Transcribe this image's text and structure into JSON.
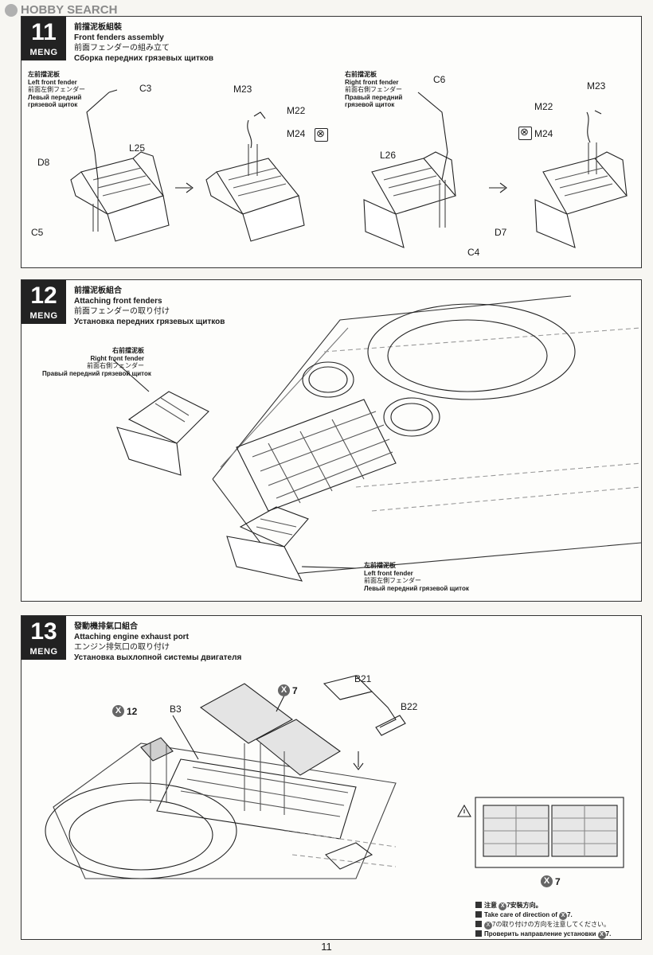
{
  "watermark": {
    "text": "HOBBY SEARCH"
  },
  "steps": [
    {
      "number": "11",
      "brand": "MENG",
      "title_zh": "前擋泥板組裝",
      "title_en": "Front fenders assembly",
      "title_ja": "前面フェンダーの組み立て",
      "title_ru": "Сборка передних грязевых щитков",
      "left_fender": {
        "zh": "左前擋泥板",
        "en": "Left front fender",
        "ja": "前面左側フェンダー",
        "ru1": "Левый передний",
        "ru2": "грязевой щиток"
      },
      "right_fender": {
        "zh": "右前擋泥板",
        "en": "Right front fender",
        "ja": "前面右側フェンダー",
        "ru1": "Правый передний",
        "ru2": "грязевой щиток"
      },
      "parts": {
        "c3": "C3",
        "l25": "L25",
        "d8": "D8",
        "c5": "C5",
        "m23a": "M23",
        "m22a": "M22",
        "m24a": "M24",
        "c6": "C6",
        "l26": "L26",
        "d7": "D7",
        "c4": "C4",
        "m23b": "M23",
        "m22b": "M22",
        "m24b": "M24"
      }
    },
    {
      "number": "12",
      "brand": "MENG",
      "title_zh": "前擋泥板組合",
      "title_en": "Attaching front fenders",
      "title_ja": "前面フェンダーの取り付け",
      "title_ru": "Установка передних грязевых щитков",
      "right_fender": {
        "zh": "右前擋泥板",
        "en": "Right front fender",
        "ja": "前面右側フェンダー",
        "ru": "Правый передний грязевой щиток"
      },
      "left_fender": {
        "zh": "左前擋泥板",
        "en": "Left front fender",
        "ja": "前面左側フェンダー",
        "ru": "Левый передний грязевой щиток"
      }
    },
    {
      "number": "13",
      "brand": "MENG",
      "title_zh": "發動機排氣口組合",
      "title_en": "Attaching engine exhaust port",
      "title_ja": "エンジン排気口の取り付け",
      "title_ru": "Установка выхлопной системы двигателя",
      "parts": {
        "x12": "12",
        "b3": "B3",
        "x7": "7",
        "b21": "B21",
        "b22": "B22",
        "x7b": "7"
      },
      "x_letter": "X",
      "caution": {
        "zh_a": "注意",
        "zh_b": "7安裝方向。",
        "en_a": "Take care of direction of",
        "en_b": "7.",
        "ja": "7の取り付けの方向を注意してください。",
        "ru_a": "Проверить направление установки",
        "ru_b": "7."
      }
    }
  ],
  "page_number": "11"
}
